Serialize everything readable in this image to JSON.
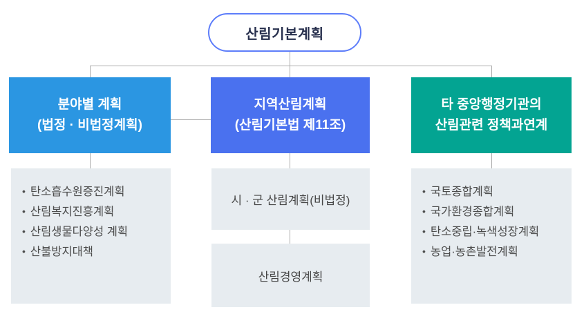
{
  "diagram": {
    "root_label": "산림기본계획",
    "bullet_glyph": "•",
    "columns": [
      {
        "header_line1": "분야별 계획",
        "header_line2": "(법정 · 비법정계획)",
        "items": [
          "탄소흡수원증진계획",
          "산림복지진흥계획",
          "산림생물다양성 계획",
          "산불방지대책"
        ]
      },
      {
        "header_line1": "지역산림계획",
        "header_line2": "(산림기본법 제11조)",
        "sub_boxes": [
          "시 · 군 산림계획(비법정)",
          "산림경영계획"
        ]
      },
      {
        "header_line1": "타 중앙행정기관의",
        "header_line2": "산림관련 정책과연계",
        "items": [
          "국토종합계획",
          "국가환경종합계획",
          "탄소중립·녹색성장계획",
          "농업·농촌발전계획"
        ]
      }
    ],
    "colors": {
      "header_left": "#2b96e2",
      "header_center": "#4a71ef",
      "header_right": "#03a492",
      "root_border": "#5d7dfa",
      "root_text": "#28304e",
      "panel_bg": "#e7ecf0",
      "connector": "#ababab",
      "item_text": "#4c4c4c"
    }
  }
}
